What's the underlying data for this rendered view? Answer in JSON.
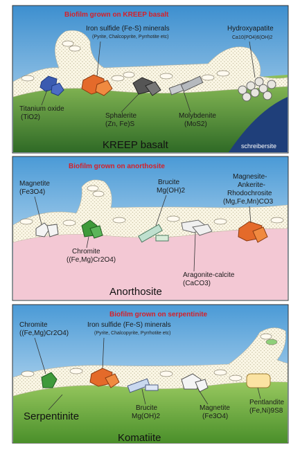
{
  "panels": [
    {
      "title": "Biofilm grown on KREEP basalt",
      "rock": "KREEP basalt",
      "labels": {
        "fes_title": "Iron sulfide (Fe-S) minerals",
        "fes_sub": "(Pyrite, Chalcopyrite, Pyrrhotite etc)",
        "hydroxy_1": "Hydroxyapatite",
        "hydroxy_2": "Ca10(PO4)6(OH)2",
        "tio_1": "Titanium oxide",
        "tio_2": "(TiO2)",
        "sph_1": "Sphalerite",
        "sph_2": "(Zn, Fe)S",
        "mol_1": "Molybdenite",
        "mol_2": "(MoS2)",
        "schreib": "schreibersite"
      },
      "colors": {
        "sky": "#7fb8de",
        "ground": "#5f9a3a",
        "dark": "#1f3f7a"
      }
    },
    {
      "title": "Biofilm grown on anorthosite",
      "rock": "Anorthosite",
      "labels": {
        "mag_1": "Magnetite",
        "mag_2": "(Fe3O4)",
        "bru_1": "Brucite",
        "bru_2": "Mg(OH)2",
        "mar_1": "Magnesite-",
        "mar_2": "Ankerite-",
        "mar_3": "Rhodochrosite",
        "mar_4": "(Mg,Fe,Mn)CO3",
        "chr_1": "Chromite",
        "chr_2": "((Fe,Mg)Cr2O4)",
        "ara_1": "Aragonite-calcite",
        "ara_2": "(CaCO3)"
      },
      "colors": {
        "sky": "#8cc3e6",
        "ground": "#f3c8d4"
      }
    },
    {
      "title": "Biofilm grown on serpentinite",
      "rock": "Serpentinite",
      "rock2": "Komatiite",
      "labels": {
        "chr_1": "Chromite",
        "chr_2": "((Fe,Mg)Cr2O4)",
        "fes_title": "Iron sulfide (Fe-S) minerals",
        "fes_sub": "(Pyrite, Chalcopyrite, Pyrrhotite etc)",
        "bru_1": "Brucite",
        "bru_2": "Mg(OH)2",
        "mag_1": "Magnetite",
        "mag_2": "(Fe3O4)",
        "pen_1": "Pentlandite",
        "pen_2": "(Fe,Ni)9S8"
      },
      "colors": {
        "sky": "#8cc3e6",
        "ground": "#7cb548",
        "ground2": "#5a9a30"
      }
    }
  ]
}
